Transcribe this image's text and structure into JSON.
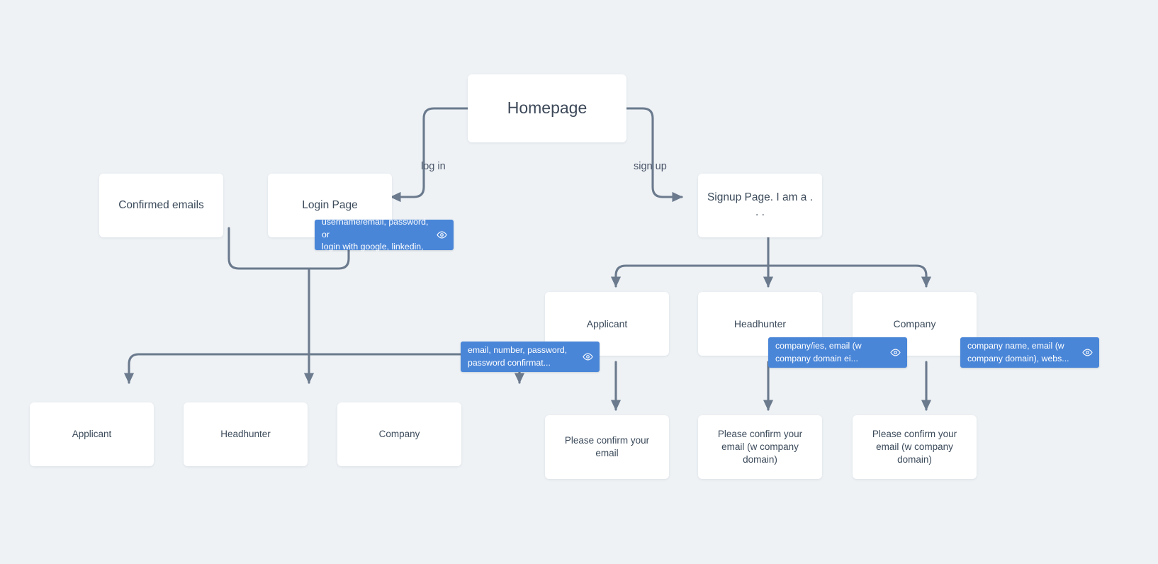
{
  "canvas": {
    "background_color": "#eef2f5",
    "node_fill": "#ffffff",
    "edge_color": "#6b7a8d",
    "tooltip_color": "#4a86d8",
    "text_color": "#3b4a5a"
  },
  "nodes": {
    "homepage": {
      "label": "Homepage"
    },
    "confirmed_emails": {
      "label": "Confirmed emails"
    },
    "login_page": {
      "label": "Login Page"
    },
    "signup_page": {
      "label": "Signup Page. I am a . . ."
    },
    "signup_applicant": {
      "label": "Applicant"
    },
    "signup_headhunter": {
      "label": "Headhunter"
    },
    "signup_company": {
      "label": "Company"
    },
    "login_applicant": {
      "label": "Applicant"
    },
    "login_headhunter": {
      "label": "Headhunter"
    },
    "login_company": {
      "label": "Company"
    },
    "confirm_applicant": {
      "label": "Please confirm your email"
    },
    "confirm_headhunter": {
      "label": "Please confirm your email (w company domain)"
    },
    "confirm_company": {
      "label": "Please confirm your email (w company domain)"
    }
  },
  "edge_labels": {
    "log_in": "log in",
    "sign_up": "sign up"
  },
  "tooltips": {
    "login": {
      "text": "username/email, password, or\nlogin with google, linkedin,",
      "icon": "eye-icon"
    },
    "applicant": {
      "text": "email, number, password,\npassword confirmat...",
      "icon": "eye-icon"
    },
    "headhunter": {
      "text": "company/ies, email (w\ncompany domain ei...",
      "icon": "eye-icon"
    },
    "company": {
      "text": "company name, email (w\ncompany domain), webs...",
      "icon": "eye-icon"
    }
  }
}
